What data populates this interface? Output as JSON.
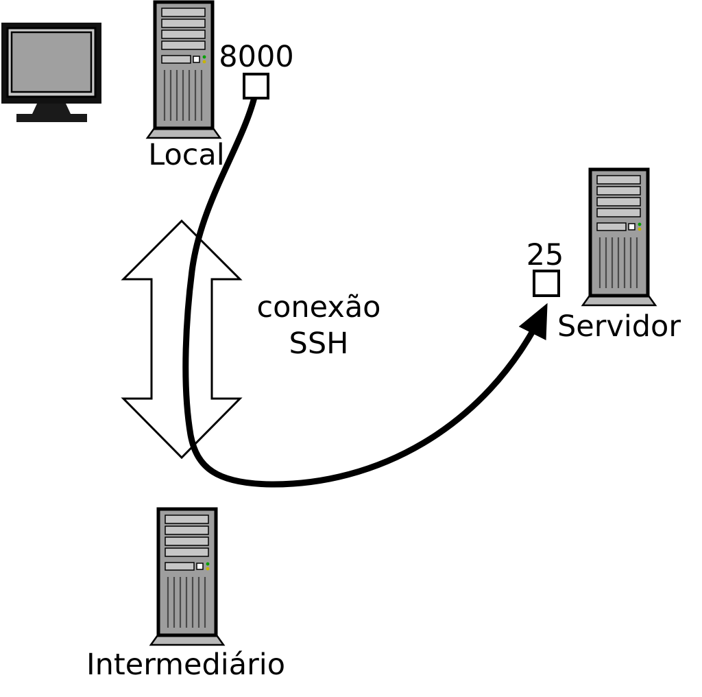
{
  "nodes": {
    "local": {
      "label": "Local",
      "port": "8000"
    },
    "servidor": {
      "label": "Servidor",
      "port": "25"
    },
    "intermediario": {
      "label": "Intermediário"
    }
  },
  "connection": {
    "label_line1": "conexão",
    "label_line2": "SSH"
  },
  "icons": {
    "monitor": "desktop-monitor-icon",
    "tower": "computer-tower-icon"
  },
  "colors": {
    "outline": "#000000",
    "tower_body": "#9e9e9e",
    "tower_panel": "#c6c6c6",
    "tower_base": "#b8b8b8",
    "led_green": "#00a000",
    "led_yellow": "#c8b400",
    "monitor_frame": "#111111",
    "monitor_bezel": "#c8c8c8",
    "monitor_screen": "#a0a0a0",
    "cable": "#000000",
    "arrow_fill": "#ffffff"
  }
}
